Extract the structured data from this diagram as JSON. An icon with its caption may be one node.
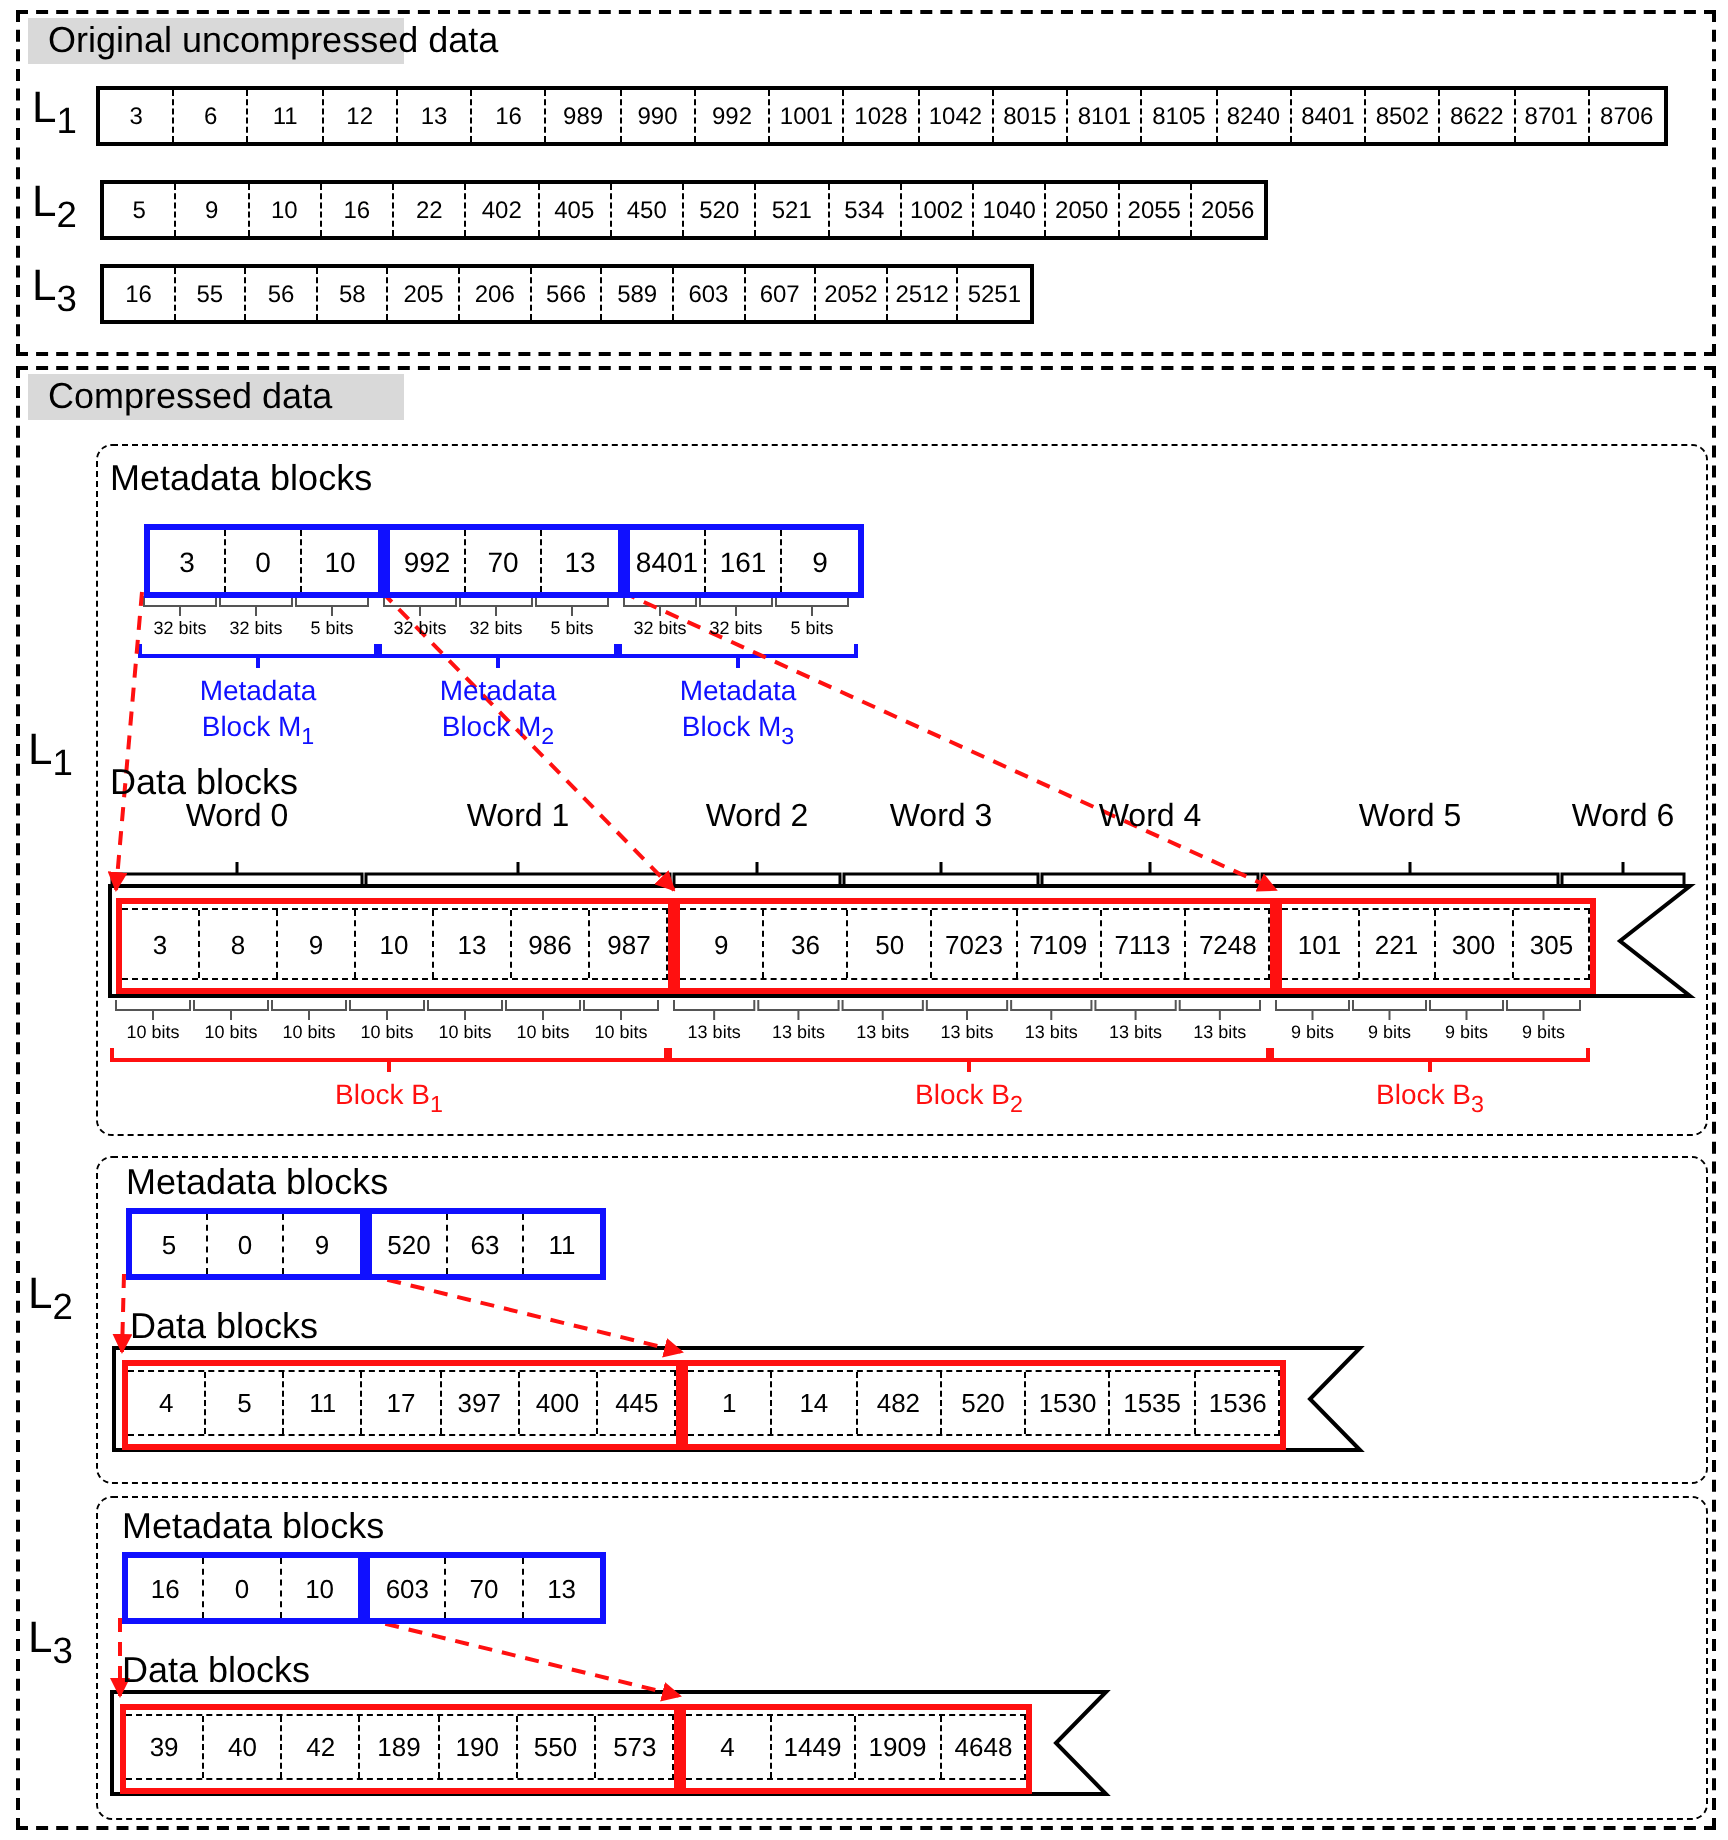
{
  "diagram": {
    "nodes": [
      {
        "text": [
          "Original uncompressed data"
        ]
      },
      {
        "text": [
          "3",
          "6",
          "11",
          "12",
          "13",
          "16",
          "989",
          "990",
          "992",
          "1001",
          "1028",
          "1042",
          "8015",
          "8101",
          "8105",
          "8240",
          "8401",
          "8502",
          "8622",
          "8701",
          "8706"
        ],
        "in": 0,
        "beside": [
          "L$_{1}$"
        ]
      },
      {
        "text": [
          "5",
          "9",
          "10",
          "16",
          "22",
          "402",
          "405",
          "450",
          "520",
          "521",
          "534",
          "1002",
          "1040",
          "2050",
          "2055",
          "2056"
        ],
        "in": 0,
        "beside": [
          "L$_{2}$"
        ]
      },
      {
        "text": [
          "16",
          "55",
          "56",
          "58",
          "205",
          "206",
          "566",
          "589",
          "603",
          "607",
          "2052",
          "2512",
          "5251"
        ],
        "in": 0,
        "beside": [
          "L$_{3}$"
        ]
      },
      {
        "text": [
          "Compressed data"
        ]
      },
      {
        "text": [
          "Metadata blocks",
          "Data blocks"
        ],
        "in": 4,
        "beside": [
          "L$_{1}$"
        ]
      },
      {
        "text": [
          "3",
          "0",
          "10"
        ],
        "in": 5,
        "beside": [
          "32 bits",
          "32 bits",
          "5 bits",
          "Metadata Block M$_{1}$"
        ]
      },
      {
        "text": [
          "992",
          "70",
          "13"
        ],
        "in": 5,
        "beside": [
          "32 bits",
          "32 bits",
          "5 bits",
          "Metadata Block M$_{2}$"
        ]
      },
      {
        "text": [
          "8401",
          "161",
          "9"
        ],
        "in": 5,
        "beside": [
          "32 bits",
          "32 bits",
          "5 bits",
          "Metadata Block M$_{3}$"
        ]
      },
      {
        "text": [
          "3",
          "8",
          "9",
          "10",
          "13",
          "986",
          "987"
        ],
        "in": 5,
        "beside": [
          "10 bits",
          "10 bits",
          "10 bits",
          "10 bits",
          "10 bits",
          "10 bits",
          "10 bits",
          "Block B$_{1}$"
        ]
      },
      {
        "text": [
          "9",
          "36",
          "50",
          "7023",
          "7109",
          "7113",
          "7248"
        ],
        "in": 5,
        "beside": [
          "13 bits",
          "13 bits",
          "13 bits",
          "13 bits",
          "13 bits",
          "13 bits",
          "13 bits",
          "Block B$_{2}$"
        ]
      },
      {
        "text": [
          "101",
          "221",
          "300",
          "305"
        ],
        "in": 5,
        "beside": [
          "9 bits",
          "9 bits",
          "9 bits",
          "9 bits",
          "Block B$_{3}$"
        ]
      },
      {
        "text": [
          "Metadata blocks",
          "Data blocks"
        ],
        "in": 4,
        "beside": [
          "L$_{2}$"
        ]
      },
      {
        "text": [
          "5",
          "0",
          "9"
        ],
        "in": 12
      },
      {
        "text": [
          "520",
          "63",
          "11"
        ],
        "in": 12
      },
      {
        "text": [
          "4",
          "5",
          "11",
          "17",
          "397",
          "400",
          "445"
        ],
        "in": 12
      },
      {
        "text": [
          "1",
          "14",
          "482",
          "520",
          "1530",
          "1535",
          "1536"
        ],
        "in": 12
      },
      {
        "text": [
          "Metadata blocks",
          "Data blocks"
        ],
        "in": 4,
        "beside": [
          "L$_{3}$"
        ]
      },
      {
        "text": [
          "16",
          "0",
          "10"
        ],
        "in": 17
      },
      {
        "text": [
          "603",
          "70",
          "13"
        ],
        "in": 17
      },
      {
        "text": [
          "39",
          "40",
          "42",
          "189",
          "190",
          "550",
          "573"
        ],
        "in": 17
      },
      {
        "text": [
          "4",
          "1449",
          "1909",
          "4648"
        ],
        "in": 17
      }
    ],
    "edges": [
      {
        "from": 6,
        "to": 9,
        "arrow": "to",
        "style": "dashed"
      },
      {
        "from": 7,
        "to": 10,
        "arrow": "to",
        "style": "dashed"
      },
      {
        "from": 8,
        "to": 11,
        "arrow": "to",
        "style": "dashed"
      },
      {
        "from": 13,
        "to": 15,
        "arrow": "to",
        "style": "dashed"
      },
      {
        "from": 14,
        "to": 16,
        "arrow": "to",
        "style": "dashed"
      },
      {
        "from": 18,
        "to": 20,
        "arrow": "to",
        "style": "dashed"
      },
      {
        "from": 19,
        "to": 21,
        "arrow": "to",
        "style": "dashed"
      }
    ],
    "labels": [
      "Word 0",
      "Word 1",
      "Word 2",
      "Word 3",
      "Word 4",
      "Word 5",
      "Word 6"
    ]
  }
}
